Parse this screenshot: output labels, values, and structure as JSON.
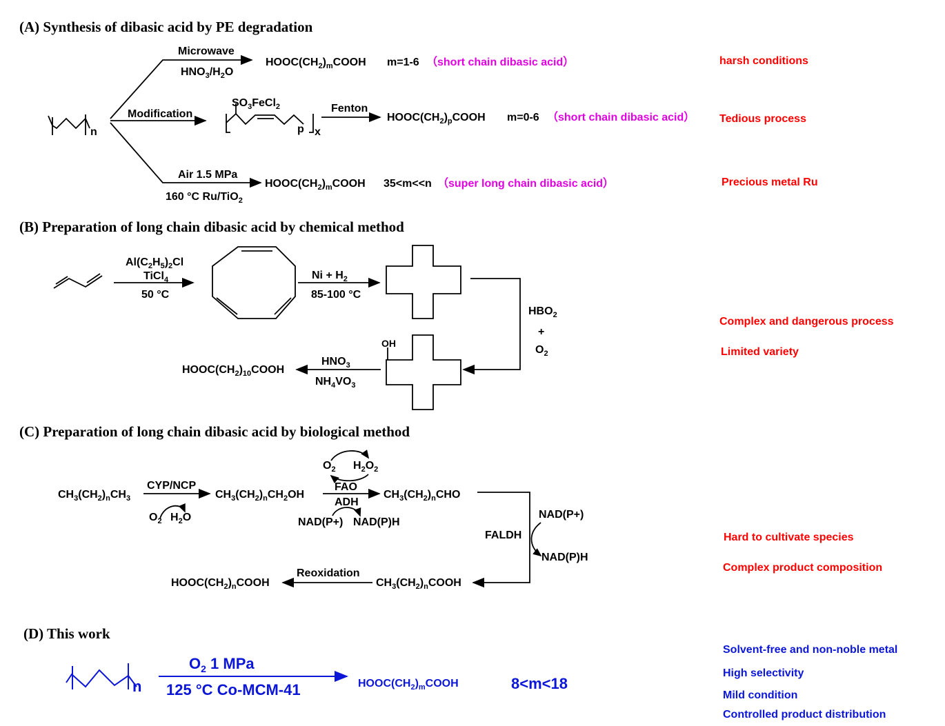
{
  "sectionA": {
    "heading": "(A)  Synthesis of dibasic acid by PE degradation",
    "reactant_n": "n",
    "r1": {
      "above": "Microwave",
      "below": "HNO3/H2O",
      "product": "HOOC(CH2)mCOOH",
      "range": "m=1-6",
      "note": "（short chain dibasic acid）",
      "drawback": "harsh conditions"
    },
    "r2": {
      "arrow": "Modification",
      "inter_group": "SO3FeCl2",
      "inter_p": "p",
      "inter_x": "x",
      "step2": "Fenton",
      "product": "HOOC(CH2)pCOOH",
      "range": "m=0-6",
      "note": "（short chain dibasic acid）",
      "drawback": "Tedious process"
    },
    "r3": {
      "above": "Air 1.5 MPa",
      "below": "160 °C Ru/TiO2",
      "product": "HOOC(CH2)mCOOH",
      "range": "35<m<<n",
      "note": "（super long chain dibasic acid）",
      "drawback": "Precious metal Ru"
    }
  },
  "sectionB": {
    "heading": "(B)  Preparation of long chain dibasic acid by chemical method",
    "s1_a": "Al(C2H5)2Cl",
    "s1_b": "TiCl4",
    "s1_c": "50 °C",
    "s2_a": "Ni  +  H2",
    "s2_b": "85-100 °C",
    "s3_a": "HBO2",
    "s3_b": "+",
    "s3_c": "O2",
    "oh": "OH",
    "s4_a": "HNO3",
    "s4_b": "NH4VO3",
    "product": "HOOC(CH2)10COOH",
    "drawback1": "Complex and dangerous process",
    "drawback2": "Limited variety"
  },
  "sectionC": {
    "heading": "(C)  Preparation of long chain dibasic acid by biological method",
    "start": "CH3(CH2)nCH3",
    "e1": "CYP/NCP",
    "o2": "O2",
    "h2o": "H2O",
    "alcohol": "CH3(CH2)nCH2OH",
    "o2b": "O2",
    "h2o2": "H2O2",
    "fao": "FAO",
    "adh": "ADH",
    "nadp": "NAD(P+)",
    "nadph": "NAD(P)H",
    "aldehyde": "CH3(CH2)nCHO",
    "faldh": "FALDH",
    "nadp2": "NAD(P+)",
    "nadph2": "NAD(P)H",
    "acid": "CH3(CH2)nCOOH",
    "reox": "Reoxidation",
    "product": "HOOC(CH2)nCOOH",
    "drawback1": "Hard to cultivate species",
    "drawback2": "Complex product composition"
  },
  "sectionD": {
    "heading": "(D)  This work",
    "n": "n",
    "above": "O2   1 MPa",
    "below": "125 °C  Co-MCM-41",
    "product": "HOOC(CH2)mCOOH",
    "range": "8<m<18",
    "adv1": "Solvent-free and non-noble metal",
    "adv2": "High selectivity",
    "adv3": "Mild condition",
    "adv4": "Controlled product distribution"
  }
}
